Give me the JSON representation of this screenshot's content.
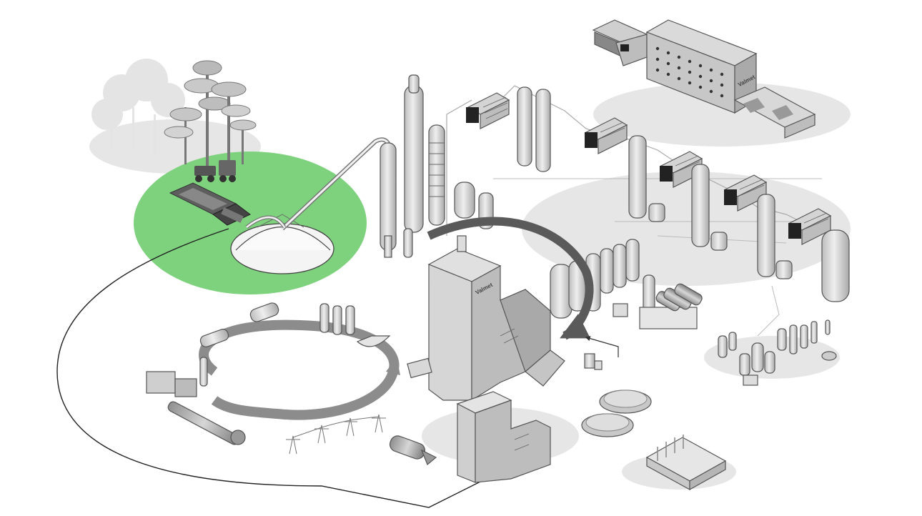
{
  "brand": {
    "logo_text": "Valmet"
  },
  "colors": {
    "background": "#ffffff",
    "forest_area": "#7ed27e",
    "equipment_light": "#e6e6e6",
    "equipment_mid": "#c8c8c8",
    "equipment_dark": "#6e6e6e",
    "outline": "#555555",
    "flow_arrow": "#5a5a5a",
    "recycle_loop": "#8c8c8c",
    "shadow": "#e4e4e4"
  },
  "sections": [
    {
      "name": "forest-harvesting",
      "icon": "tree-icon"
    },
    {
      "name": "wood-handling",
      "icon": "chipper-icon"
    },
    {
      "name": "chip-pile",
      "icon": "pile-icon"
    },
    {
      "name": "fiber-line-digester",
      "icon": "digester-tower-icon"
    },
    {
      "name": "bleaching-line",
      "icon": "washer-icon"
    },
    {
      "name": "pulp-drying",
      "icon": "dryer-machine-icon"
    },
    {
      "name": "recovery-boiler",
      "icon": "boiler-icon"
    },
    {
      "name": "evaporation",
      "icon": "evaporator-icon"
    },
    {
      "name": "chemical-recovery-loop",
      "icon": "loop-arrow-icon"
    },
    {
      "name": "lime-kiln",
      "icon": "kiln-icon"
    },
    {
      "name": "power-boiler",
      "icon": "power-plant-icon"
    },
    {
      "name": "water-treatment",
      "icon": "clarifier-icon"
    },
    {
      "name": "power-transmission",
      "icon": "pylon-icon"
    }
  ]
}
